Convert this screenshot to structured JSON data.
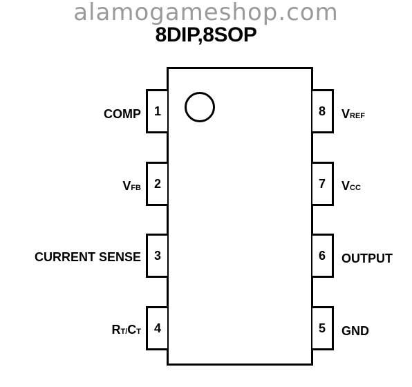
{
  "watermark": "alamogameshop.com",
  "title": "8DIP,8SOP",
  "pins": [
    {
      "number": "1",
      "label_main": "COMP",
      "label_sub": ""
    },
    {
      "number": "2",
      "label_main": "V",
      "label_sub": "FB"
    },
    {
      "number": "3",
      "label_main": "CURRENT SENSE",
      "label_sub": ""
    },
    {
      "number": "4",
      "label_main": "R",
      "label_sub": "T/",
      "label_main2": "C",
      "label_sub2": "T"
    },
    {
      "number": "5",
      "label_main": "GND",
      "label_sub": ""
    },
    {
      "number": "6",
      "label_main": "OUTPUT",
      "label_sub": ""
    },
    {
      "number": "7",
      "label_main": "V",
      "label_sub": "CC"
    },
    {
      "number": "8",
      "label_main": "V",
      "label_sub": "REF"
    }
  ]
}
